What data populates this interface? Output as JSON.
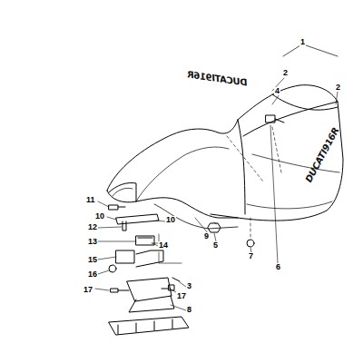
{
  "diagram": {
    "labels": [
      "1",
      "2",
      "2",
      "4",
      "DUCATI916R",
      "DUCATI916R",
      "6",
      "7",
      "5",
      "9",
      "3",
      "17",
      "17",
      "8",
      "10",
      "10",
      "11",
      "12",
      "13",
      "14",
      "15",
      "16"
    ]
  }
}
